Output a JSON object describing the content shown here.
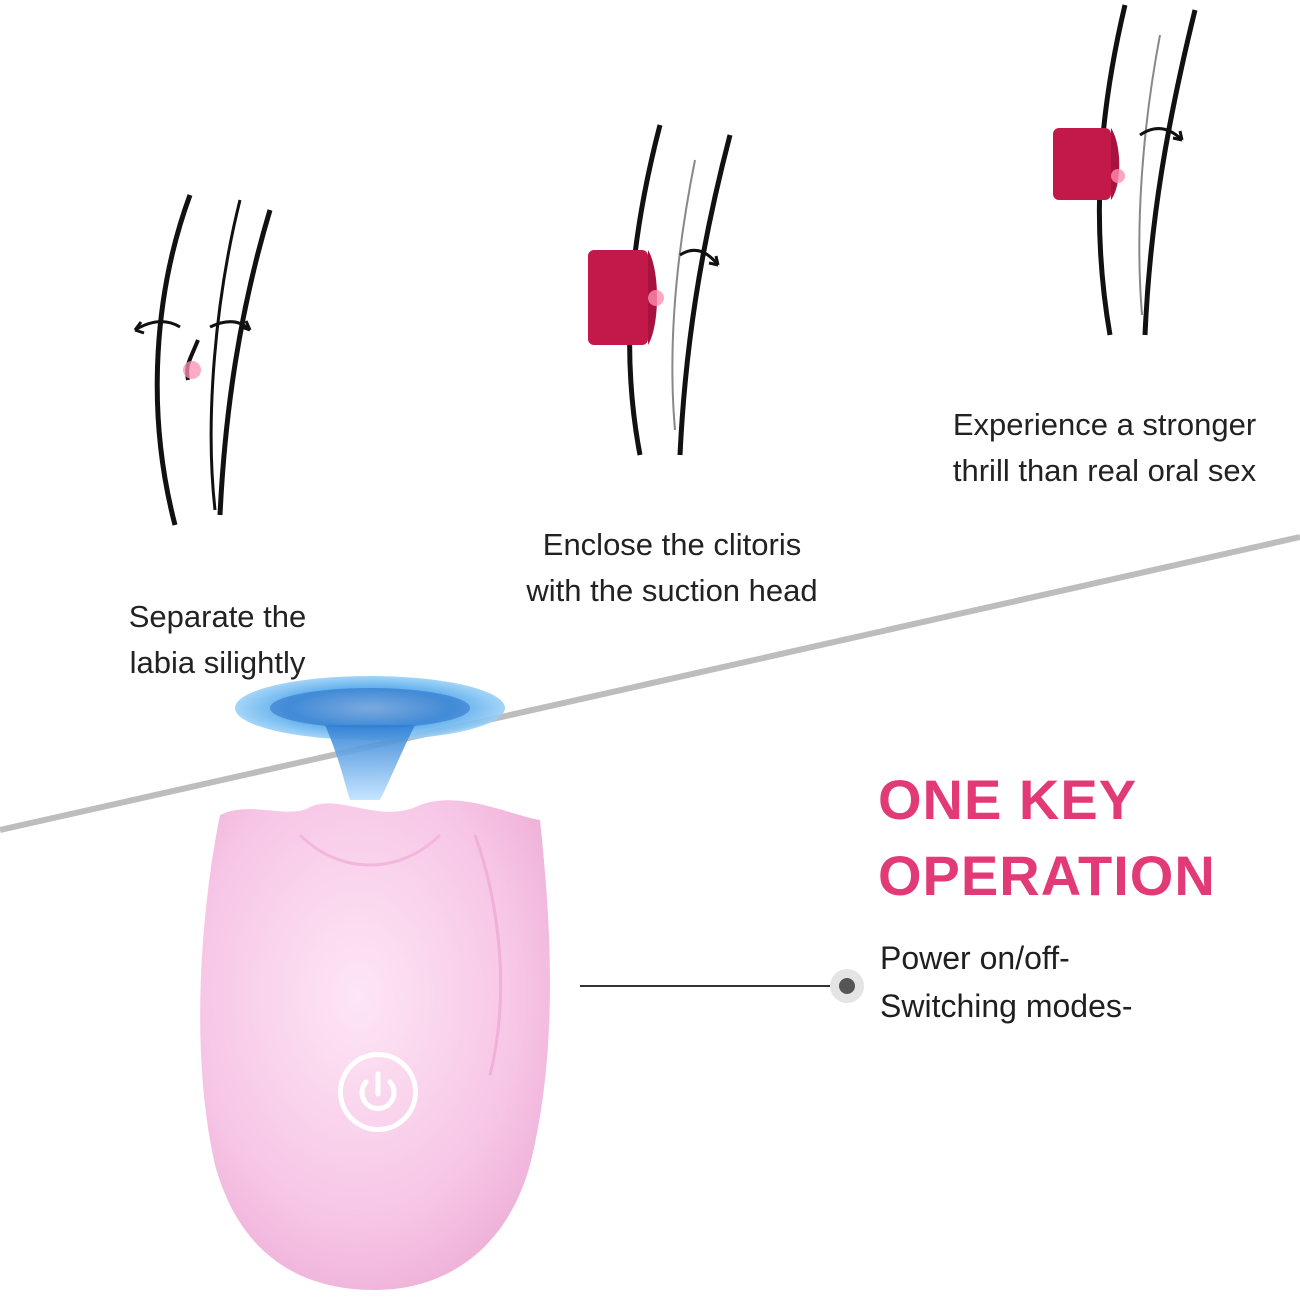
{
  "steps": [
    {
      "line1": "Separate the",
      "line2": "labia silightly"
    },
    {
      "line1": "Enclose the clitoris",
      "line2": "with the suction head"
    },
    {
      "line1": "Experience a stronger",
      "line2": "thrill than real oral sex"
    }
  ],
  "feature": {
    "title_line1": "ONE KEY",
    "title_line2": "OPERATION",
    "note_line1": "Power on/off-",
    "note_line2": "Switching modes-"
  },
  "colors": {
    "headline": "#e23a77",
    "product_pink": "#f7c6e6",
    "suction_head": "#c3184a",
    "water": "#3a8ee0"
  },
  "icons": {
    "product_button": "power-icon"
  }
}
